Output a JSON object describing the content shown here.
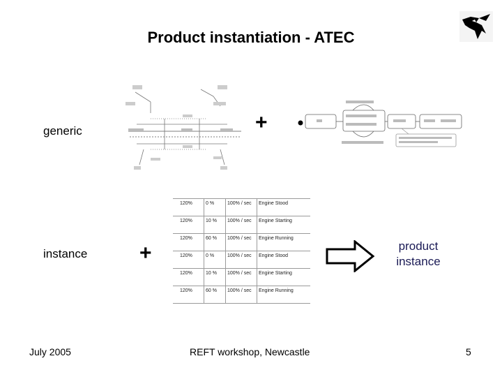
{
  "slide": {
    "title": "Product instantiation - ATEC",
    "generic_label": "generic",
    "instance_label": "instance",
    "plus_symbol": "+",
    "product_instance_line1": "product",
    "product_instance_line2": "instance",
    "footer_date": "July 2005",
    "footer_venue": "REFT workshop, Newcastle",
    "page_number": "5"
  },
  "table": {
    "rows": [
      {
        "a": "120%",
        "b": "0 %",
        "c": "100% / sec",
        "d": "Engine Stood"
      },
      {
        "a": "120%",
        "b": "10 %",
        "c": "100% / sec",
        "d": "Engine Starting"
      },
      {
        "a": "120%",
        "b": "60 %",
        "c": "100% / sec",
        "d": "Engine Running"
      },
      {
        "a": "120%",
        "b": "0 %",
        "c": "100% / sec",
        "d": "Engine Stood"
      },
      {
        "a": "120%",
        "b": "10 %",
        "c": "100% / sec",
        "d": "Engine Starting"
      },
      {
        "a": "120%",
        "b": "60 %",
        "c": "100% / sec",
        "d": "Engine Running"
      }
    ]
  },
  "colors": {
    "accent_text": "#1a1a55",
    "table_rule": "#9a9a9a"
  },
  "icons": {
    "logo": "bird-logo-icon",
    "arrow": "hollow-right-arrow-icon"
  }
}
